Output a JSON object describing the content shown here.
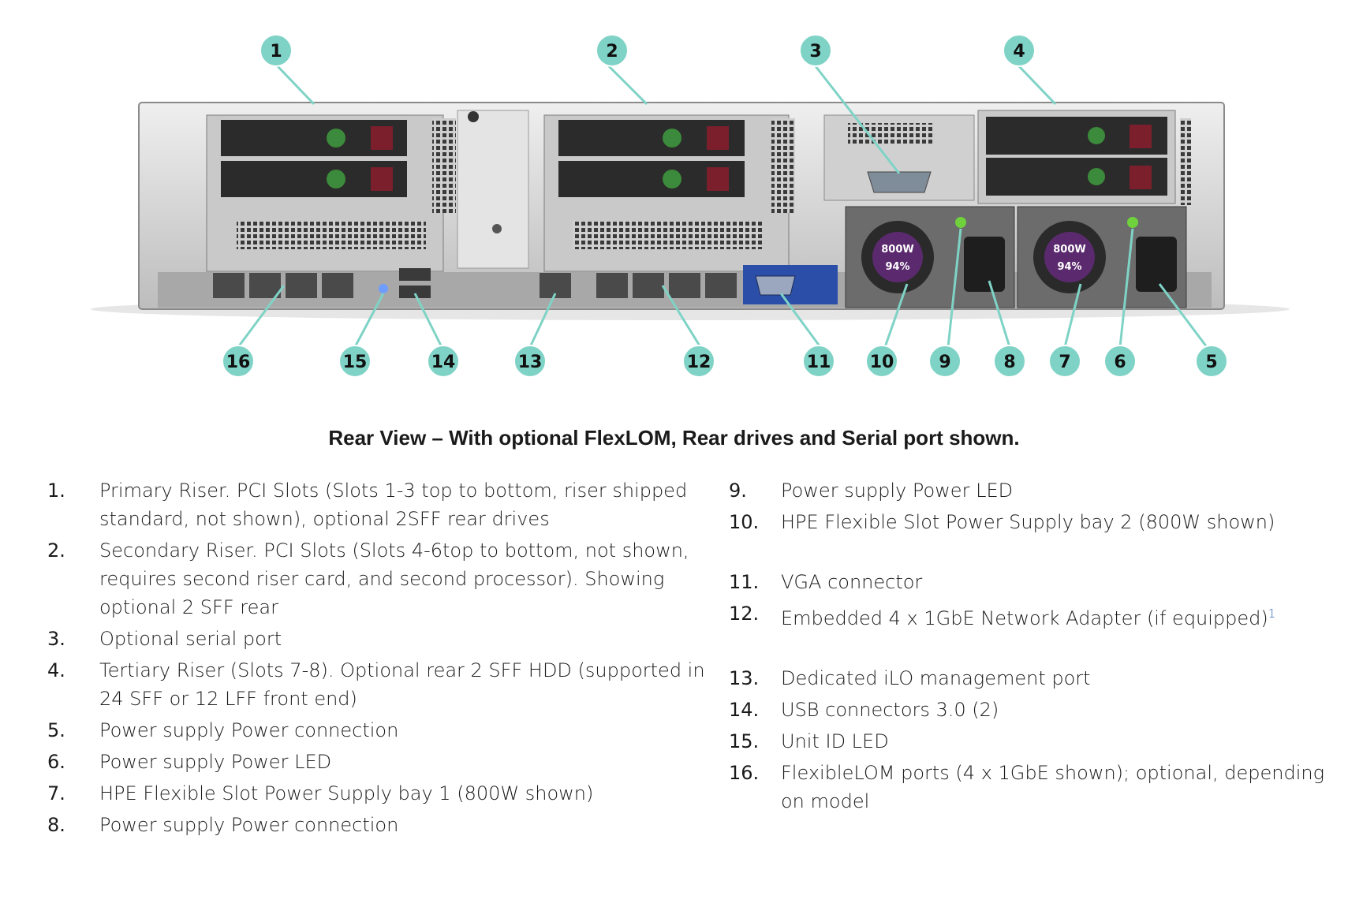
{
  "caption": "Rear View – With optional FlexLOM, Rear drives and Serial port shown.",
  "colors": {
    "callout": "#7fd3c6",
    "chassis": "#d9d9d9",
    "vga_blue": "#2b4fa8",
    "psu_badge": "#5b2a6e",
    "led_green": "#6fd23d"
  },
  "psu_labels": {
    "watts": "800W",
    "efficiency": "94%"
  },
  "callouts": [
    "1",
    "2",
    "3",
    "4",
    "5",
    "6",
    "7",
    "8",
    "9",
    "10",
    "11",
    "12",
    "13",
    "14",
    "15",
    "16"
  ],
  "legend": {
    "left": [
      {
        "num": "1.",
        "text": "Primary Riser. PCI Slots (Slots 1-3 top to bottom, riser shipped standard, not shown), optional 2SFF rear drives"
      },
      {
        "num": "2.",
        "text": "Secondary Riser. PCI Slots (Slots 4-6top to bottom, not shown, requires second riser card, and second processor). Showing optional 2 SFF rear"
      },
      {
        "num": "3.",
        "text": "Optional serial port"
      },
      {
        "num": "4.",
        "text": "Tertiary Riser (Slots 7-8). Optional rear 2 SFF HDD (supported in 24 SFF or 12 LFF front end)"
      },
      {
        "num": "5.",
        "text": "Power supply Power connection"
      },
      {
        "num": "6.",
        "text": "Power supply Power LED"
      },
      {
        "num": "7.",
        "text": "HPE Flexible Slot Power Supply bay 1 (800W shown)"
      },
      {
        "num": "8.",
        "text": "Power supply Power connection"
      }
    ],
    "right": [
      {
        "num": "9.",
        "text": "Power supply Power LED"
      },
      {
        "num": "10.",
        "text": "HPE Flexible Slot Power Supply bay 2 (800W shown)"
      },
      {
        "num": "11.",
        "text": "VGA connector"
      },
      {
        "num": "12.",
        "text": "Embedded 4 x 1GbE Network Adapter (if equipped)",
        "sup": "1"
      },
      {
        "num": "13.",
        "text": "Dedicated iLO management port"
      },
      {
        "num": "14.",
        "text": "USB connectors 3.0 (2)"
      },
      {
        "num": "15.",
        "text": "Unit ID LED"
      },
      {
        "num": "16.",
        "text": "FlexibleLOM ports (4 x 1GbE shown); optional, depending on model"
      }
    ]
  }
}
